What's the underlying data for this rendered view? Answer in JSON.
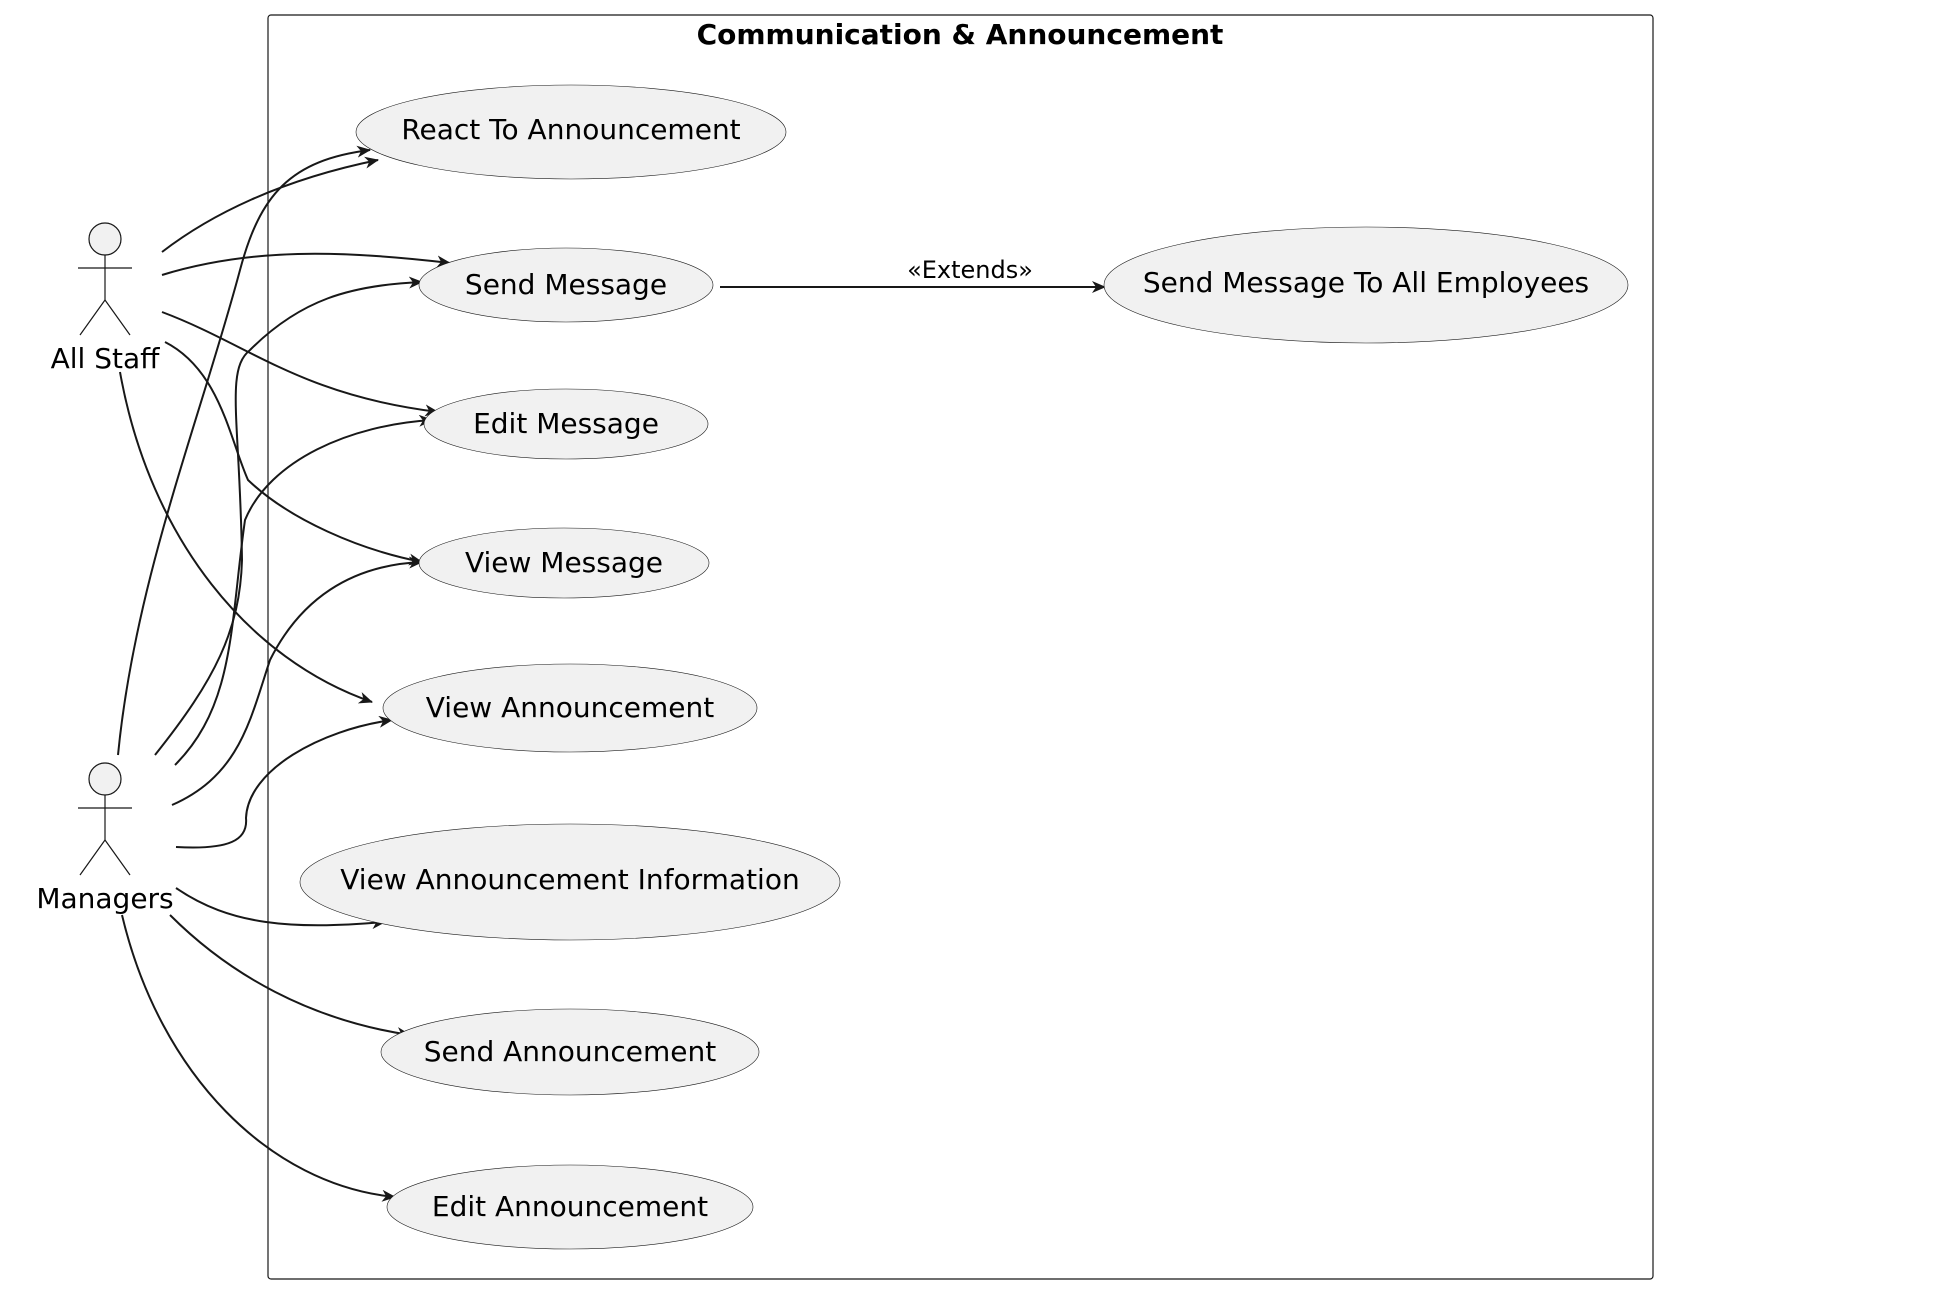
{
  "system": {
    "title": "Communication & Announcement"
  },
  "actors": {
    "all_staff": {
      "label": "All Staff"
    },
    "managers": {
      "label": "Managers"
    }
  },
  "use_cases": {
    "react_to_announcement": "React To Announcement",
    "send_message": "Send Message",
    "send_message_to_all": "Send Message To All Employees",
    "edit_message": "Edit Message",
    "view_message": "View Message",
    "view_announcement": "View Announcement",
    "view_announcement_information": "View Announcement Information",
    "send_announcement": "Send Announcement",
    "edit_announcement": "Edit Announcement"
  },
  "relations": {
    "extends_label": "«Extends»"
  },
  "colors": {
    "line": "#181818",
    "fill": "#f1f1f1",
    "background": "#ffffff"
  }
}
